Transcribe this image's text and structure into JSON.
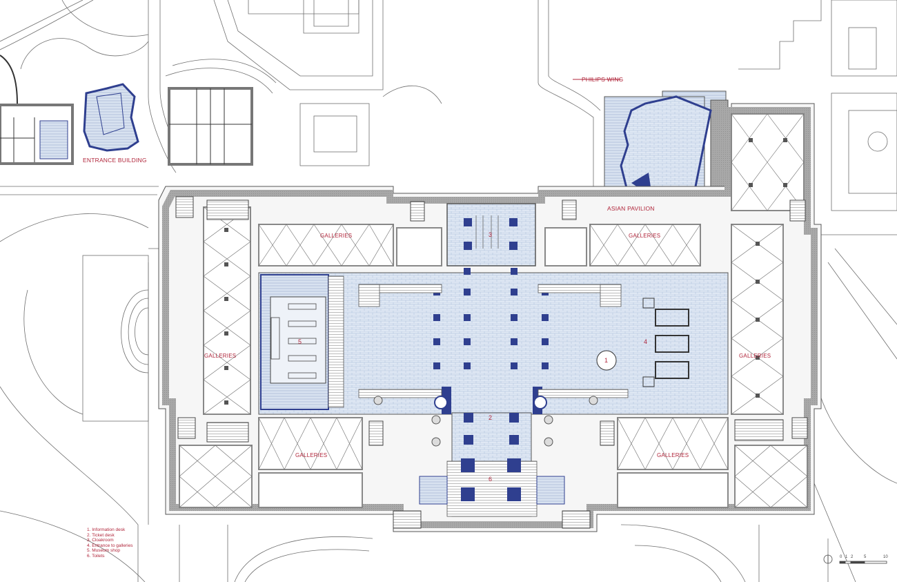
{
  "labels": {
    "philips_wing": "PHILIPS WING",
    "entrance_building": "ENTRANCE BUILDING",
    "asian_pavilion": "ASIAN PAVILION",
    "galleries": "GALLERIES"
  },
  "room_numbers": [
    "1",
    "2",
    "3",
    "4",
    "5",
    "6"
  ],
  "legend": [
    "1. Information desk",
    "2. Ticket desk",
    "3. Cloakroom",
    "4. Entrance to galleries",
    "5. Museum shop",
    "6. Toilets"
  ],
  "scale_bar": {
    "ticks": [
      "0",
      "1",
      "2",
      "5",
      "10"
    ]
  },
  "north_arrow": "north-arrow-icon",
  "colors": {
    "label_red": "#b0253a",
    "wall_gray": "#9a9a9a",
    "new_blue": "#2f3f8f",
    "atrium_fill": "#dfe8f4",
    "line": "#555555"
  }
}
